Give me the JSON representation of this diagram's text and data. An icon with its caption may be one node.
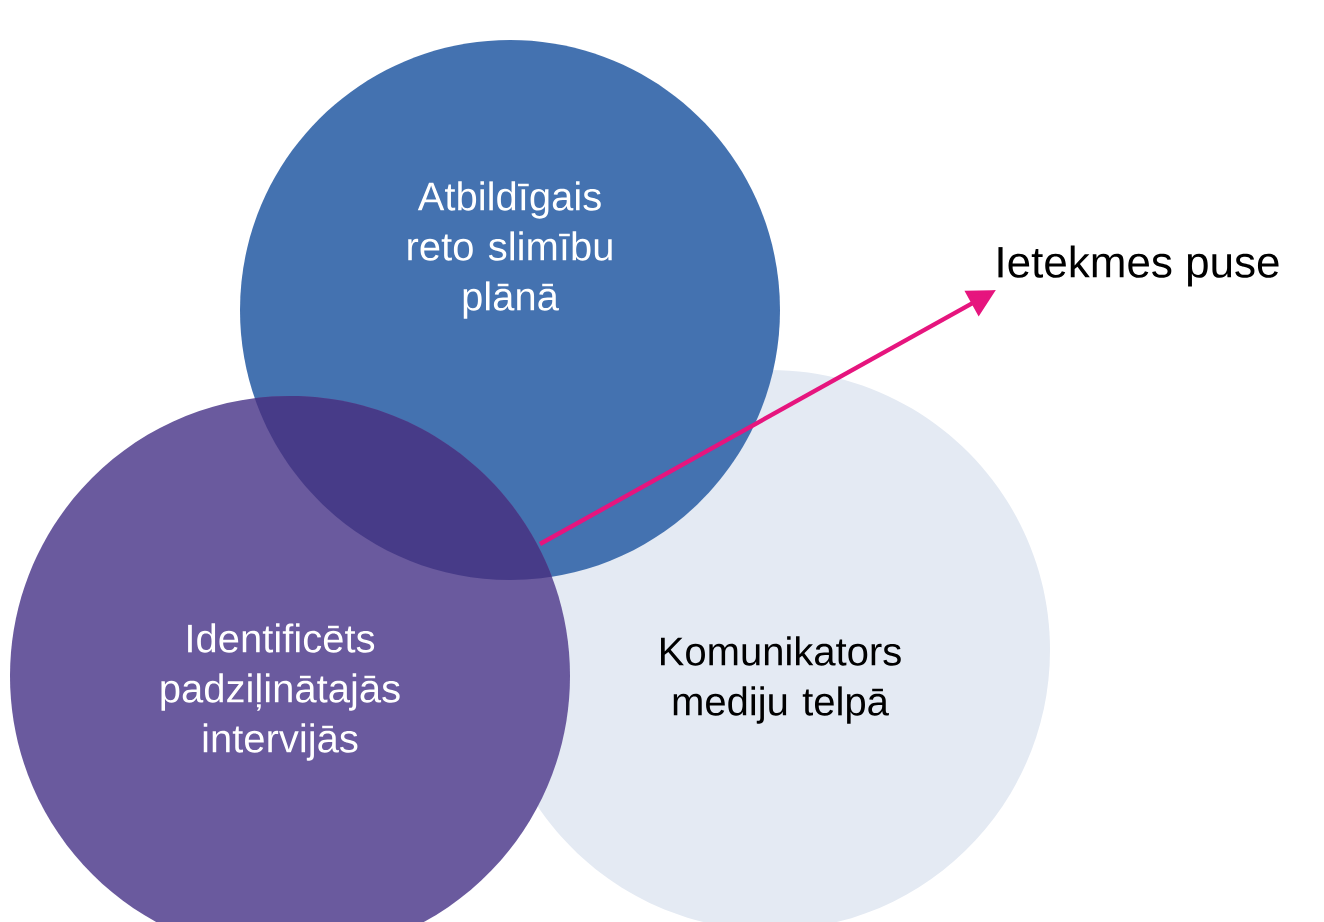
{
  "diagram": {
    "nodes": [
      {
        "text": [
          "Atbildīgais reto slimību plānā"
        ]
      },
      {
        "text": [
          "Identificēts padziļinātajās intervijās"
        ]
      },
      {
        "text": [
          "Komunikators mediju telpā"
        ]
      },
      {
        "text": [
          "Ietekmes puse"
        ]
      }
    ],
    "edges": [
      {
        "from": 0,
        "to": 3,
        "arrow": "to",
        "color": "#e6157e"
      }
    ]
  }
}
